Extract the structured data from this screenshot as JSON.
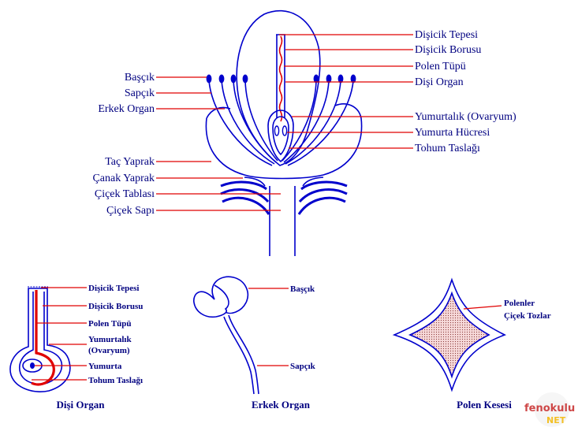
{
  "main_labels": {
    "stigma": "Dişicik Tepesi",
    "style": "Dişicik Borusu",
    "pollen_tube": "Polen Tüpü",
    "pistil": "Dişi Organ",
    "ovary": "Yumurtalık (Ovaryum)",
    "egg_cell": "Yumurta Hücresi",
    "ovule": "Tohum Taslağı",
    "anther": "Başçık",
    "filament": "Sapçık",
    "stamen": "Erkek Organ",
    "petal": "Taç Yaprak",
    "sepal": "Çanak Yaprak",
    "receptacle": "Çiçek Tablası",
    "pedicel": "Çiçek Sapı"
  },
  "pistil_detail": {
    "stigma": "Dişicik Tepesi",
    "style": "Dişicik Borusu",
    "pollen_tube": "Polen Tüpü",
    "ovary_line1": "Yumurtalık",
    "ovary_line2": "(Ovaryum)",
    "egg": "Yumurta",
    "ovule": "Tohum Taslağı",
    "caption": "Dişi Organ"
  },
  "stamen_detail": {
    "anther": "Başçık",
    "filament": "Sapçık",
    "caption": "Erkek Organ"
  },
  "pollen_sac_detail": {
    "label_line1": "Polenler",
    "label_line2": "Çiçek Tozlar",
    "caption": "Polen Kesesi"
  },
  "watermark": {
    "line1": "fenokulu",
    "line2": "NET"
  },
  "colors": {
    "outline": "#0000cc",
    "leader": "#e00000",
    "text": "#000080",
    "pollen_fill": "#f6d9d9"
  }
}
